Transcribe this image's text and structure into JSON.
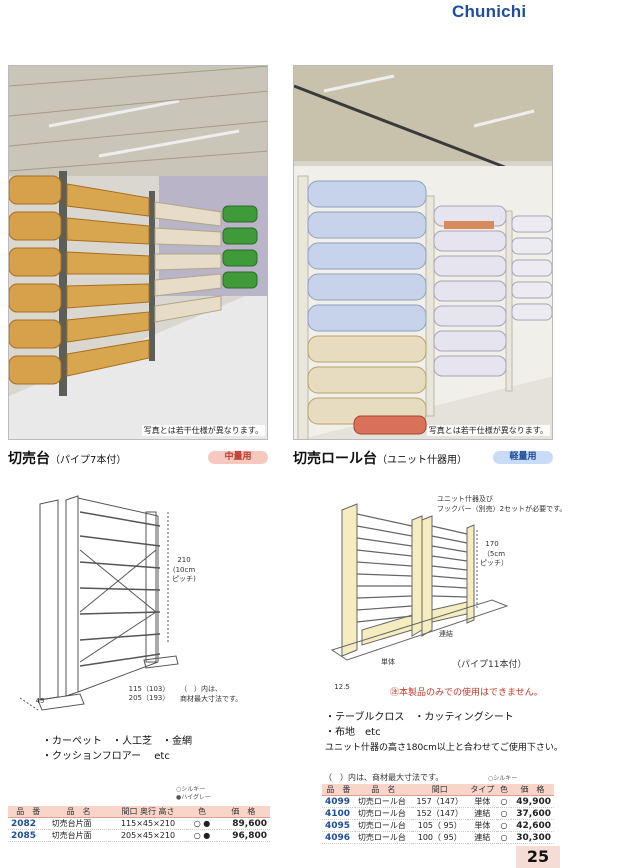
{
  "brand": "Chunichi",
  "left": {
    "caption": "写真とは若干仕様が異なります。",
    "title": "切売台",
    "subtitle": "（パイプ7本付）",
    "badge": "中量用",
    "dims": {
      "height": "210",
      "pitch": "(10cm\nピッチ)",
      "width1": "115（103）",
      "width2": "205（193）",
      "depth": "45"
    },
    "dim_note": "（　）内は、\n商材最大寸法です。",
    "uses": [
      "・カーペット　・人工芝　・金網",
      "・クッションフロアー　 etc"
    ],
    "legend": [
      "○シルキー",
      "●ハイグレー"
    ],
    "table": {
      "headers": [
        "品　番",
        "品　名",
        "間口 奥行 高さ",
        "色",
        "価　格"
      ],
      "rows": [
        [
          "2082",
          "切売台片面",
          "115×45×210",
          "○ ●",
          "89,600"
        ],
        [
          "2085",
          "切売台片面",
          "205×45×210",
          "○ ●",
          "96,800"
        ]
      ]
    }
  },
  "right": {
    "caption": "写真とは若干仕様が異なります。",
    "title": "切売ロール台",
    "subtitle": "（ユニット什器用）",
    "badge": "軽量用",
    "top_note": "ユニット什器及び\nフックバー（別売）2セットが必要です。",
    "dims": {
      "height": "170",
      "pitch": "（5cm\nピッチ）",
      "connect": "連結",
      "single": "単体",
      "depth": "12.5"
    },
    "pipes": "（パイプ11本付）",
    "warning": "㊟本製品のみでの使用はできません。",
    "uses": [
      "・テーブルクロス　・カッティングシート",
      "・布地　etc"
    ],
    "usage_note": "ユニット什器の高さ180cm以上と合わせてご使用下さい。",
    "table_note": "（　）内は、商材最大寸法です。",
    "legend": "○シルキー",
    "table": {
      "headers": [
        "品　番",
        "品　名",
        "間口",
        "タイプ",
        "色",
        "価　格"
      ],
      "rows": [
        [
          "4099",
          "切売ロール台",
          "157（147）",
          "単体",
          "○",
          "49,900"
        ],
        [
          "4100",
          "切売ロール台",
          "152（147）",
          "連結",
          "○",
          "37,600"
        ],
        [
          "4095",
          "切売ロール台",
          "105（ 95）",
          "単体",
          "○",
          "42,600"
        ],
        [
          "4096",
          "切売ロール台",
          "100（ 95）",
          "連結",
          "○",
          "30,300"
        ]
      ]
    }
  },
  "page_number": "25"
}
